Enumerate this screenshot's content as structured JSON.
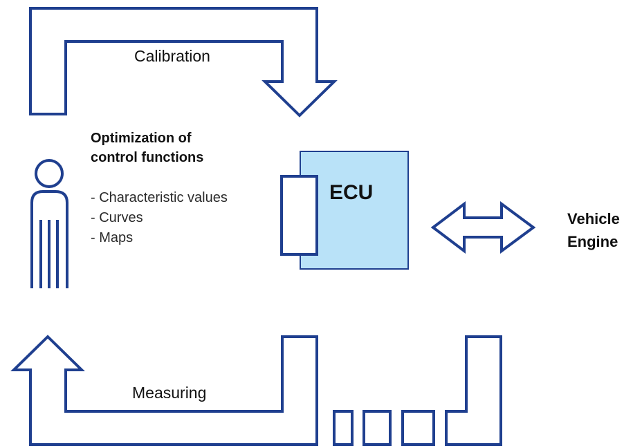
{
  "colors": {
    "stroke": "#1f3f8f",
    "ecu_fill": "#b9e2f8",
    "text": "#111111"
  },
  "labels": {
    "calibration": "Calibration",
    "measuring": "Measuring",
    "ecu": "ECU",
    "vehicle": "Vehicle",
    "engine": "Engine"
  },
  "optimization": {
    "title_line1": "Optimization of",
    "title_line2": "control functions",
    "items": [
      "- Characteristic values",
      "- Curves",
      "- Maps"
    ]
  },
  "icons": {
    "person": "person-icon",
    "double_arrow": "double-arrow-icon"
  }
}
